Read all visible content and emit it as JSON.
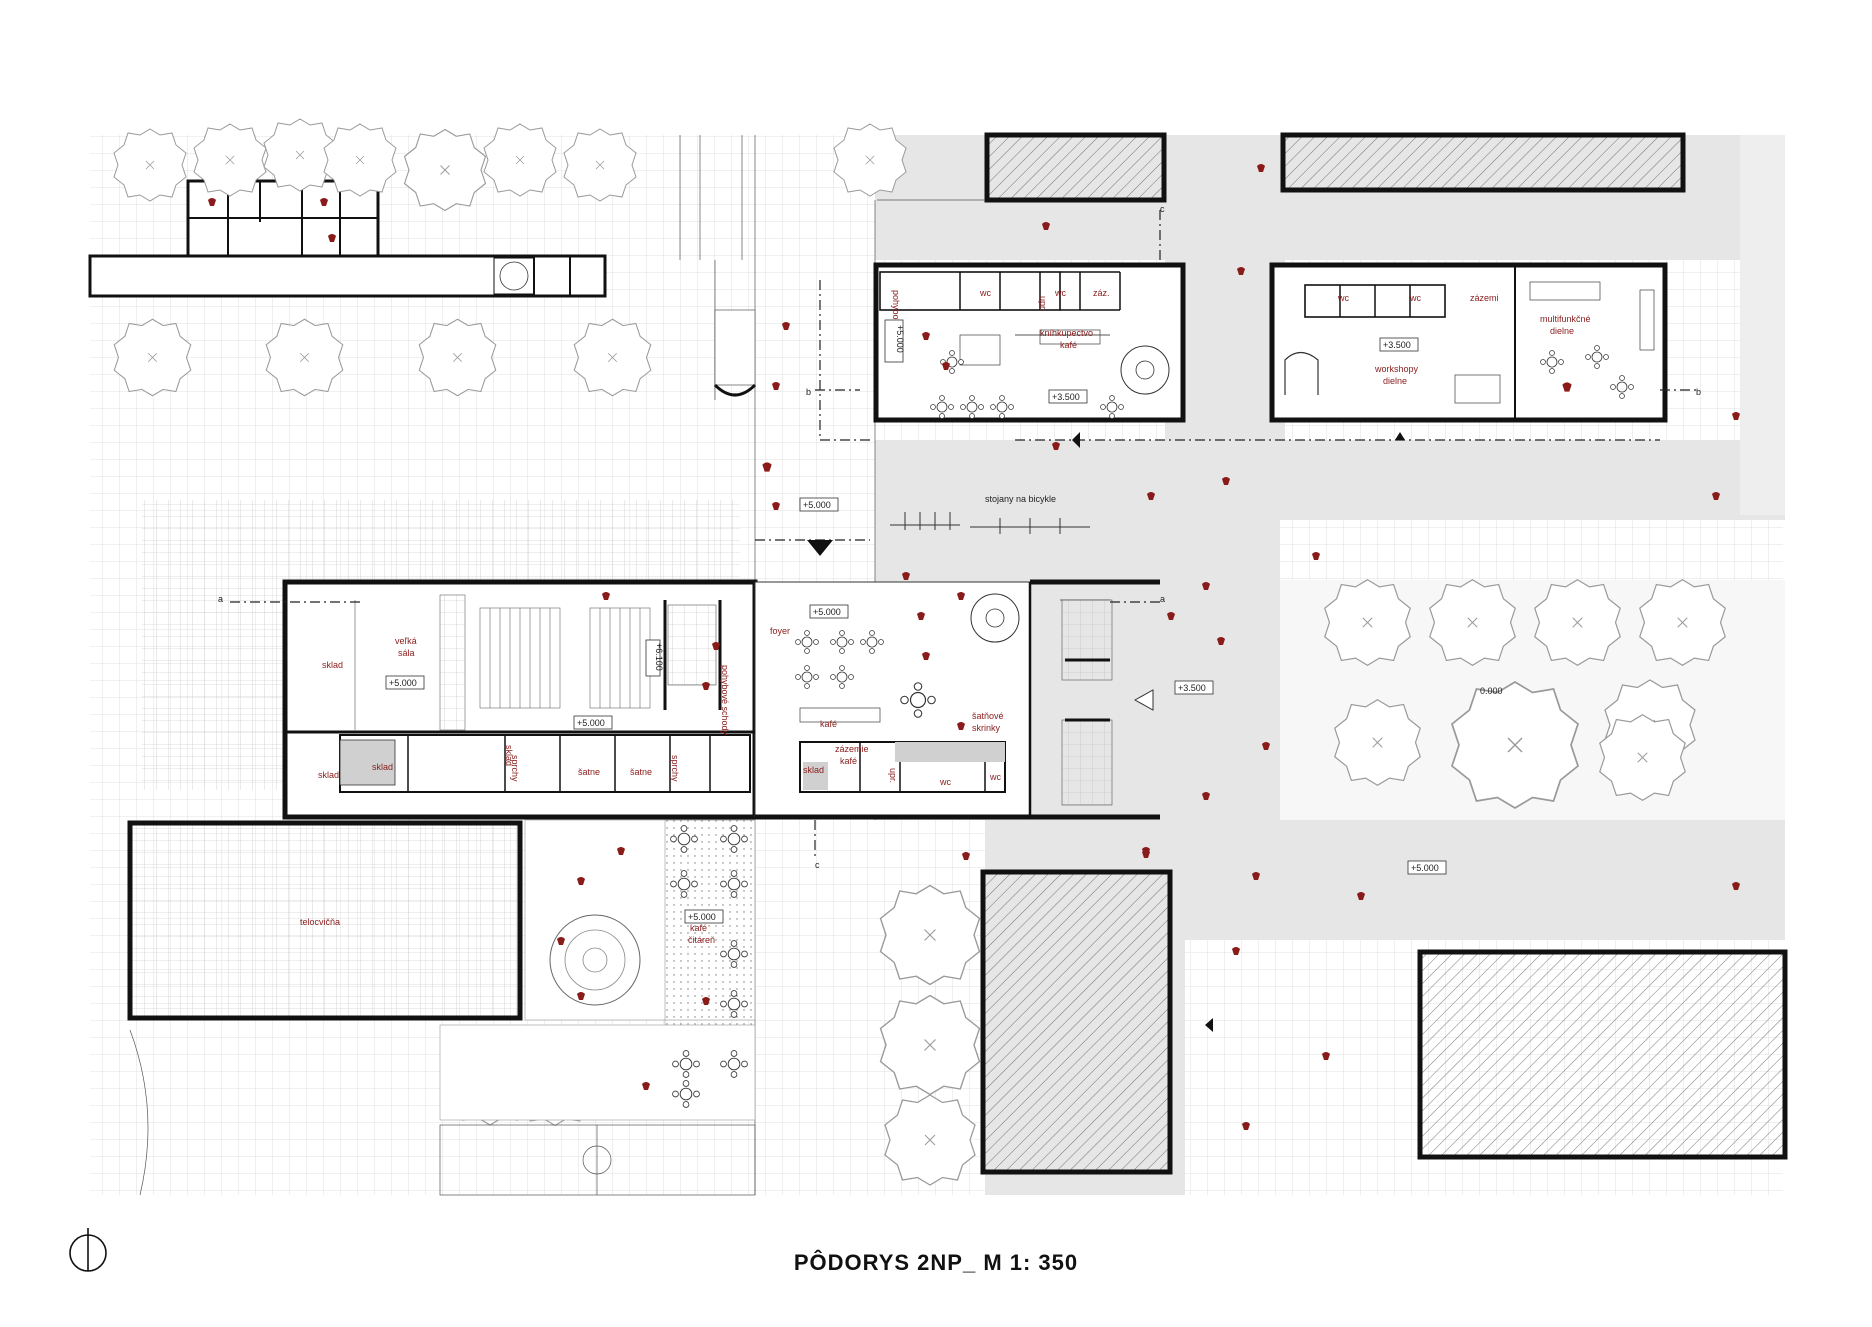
{
  "title": "PÔDORYS 2NP_ M 1: 350",
  "colors": {
    "accent": "#8a1b1b",
    "street": "#e6e6e6",
    "wall": "#111111",
    "grid": "#d9d9d9"
  },
  "icons": {
    "north": "north-arrow-icon"
  },
  "labels": {
    "pohybove_schody_top": "pohybové schody",
    "wc1": "wc",
    "upr1": "upr.",
    "wc2": "wc",
    "zaz1": "záz.",
    "knihkupectvo": "kníhkupectvo",
    "kafe_top": "kafé",
    "wc3": "wc",
    "wc4": "wc",
    "zazemie_top": "zázemi",
    "multifunkcne": "multifunkčné",
    "dielne_right": "dielne",
    "workshopy": "workshopy",
    "dielne": "dielne",
    "stojany": "stojany na bicykle",
    "sklad1": "sklad",
    "velka_sala_1": "veľká",
    "velka_sala_2": "sála",
    "sklad2": "sklad",
    "sklad3": "sklad",
    "sklad4": "sklad",
    "sprchy1": "sprchy",
    "satne1": "šatne",
    "satne2": "šatne",
    "sprchy2": "sprchy",
    "pohybove_schody_mid": "pohybové schody",
    "foyer": "foyer",
    "kafe_mid": "kafé",
    "satnove_1": "šatňové",
    "satnove_2": "skrinky",
    "zazemie_kafe_1": "zázemie",
    "zazemie_kafe_2": "kafé",
    "sklad5": "sklad",
    "upr2": "upr.",
    "wc5": "wc",
    "wc6": "wc",
    "telocvicna": "telocvičňa",
    "kafe_citaren_1": "kafé",
    "kafe_citaren_2": "čitáreň"
  },
  "elevations": {
    "e1": "+5.000",
    "e2": "+3.500",
    "e3": "+3.500",
    "e4": "+5.000",
    "e5": "+5.000",
    "e6": "+6.100",
    "e7": "+5.000",
    "e8": "+5.000",
    "e9": "+3.500",
    "e10": "0.000",
    "e11": "+5.000",
    "e12": "+5.000"
  },
  "section_marks": {
    "a": "a",
    "b": "b",
    "c": "c"
  }
}
